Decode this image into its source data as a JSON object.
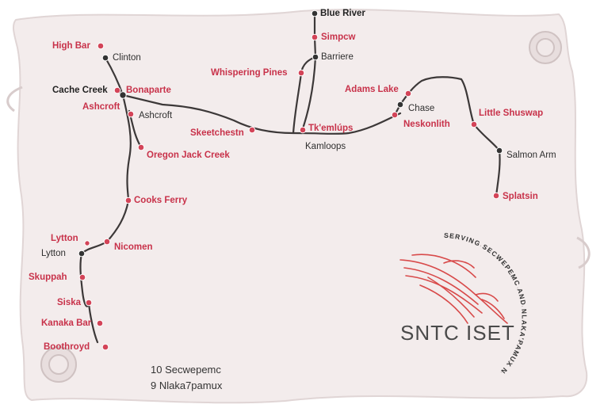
{
  "colors": {
    "parchment": "#f3ecec",
    "road": "#3c3838",
    "nation": "#c8324a",
    "town": "#3a3a3a",
    "logo": "#d84a4a"
  },
  "nations": [
    {
      "id": "high-bar",
      "name": "High Bar"
    },
    {
      "id": "bonaparte",
      "name": "Bonaparte"
    },
    {
      "id": "ashcroft-nation",
      "name": "Ashcroft"
    },
    {
      "id": "oregon-jack-creek",
      "name": "Oregon Jack Creek"
    },
    {
      "id": "cooks-ferry",
      "name": "Cooks Ferry"
    },
    {
      "id": "lytton-nation",
      "name": "Lytton"
    },
    {
      "id": "nicomen",
      "name": "Nicomen"
    },
    {
      "id": "skuppah",
      "name": "Skuppah"
    },
    {
      "id": "siska",
      "name": "Siska"
    },
    {
      "id": "kanaka-bar",
      "name": "Kanaka Bar"
    },
    {
      "id": "boothroyd",
      "name": "Boothroyd"
    },
    {
      "id": "skeetchestn",
      "name": "Skeetchestn"
    },
    {
      "id": "tkemlups",
      "name": "Tk'emlúps"
    },
    {
      "id": "whispering-pines",
      "name": "Whispering Pines"
    },
    {
      "id": "simpcw",
      "name": "Simpcw"
    },
    {
      "id": "adams-lake",
      "name": "Adams Lake"
    },
    {
      "id": "neskonlith",
      "name": "Neskonlith"
    },
    {
      "id": "little-shuswap",
      "name": "Little Shuswap"
    },
    {
      "id": "splatsin",
      "name": "Splatsin"
    }
  ],
  "towns": [
    {
      "id": "blue-river",
      "name": "Blue River"
    },
    {
      "id": "barriere",
      "name": "Barriere"
    },
    {
      "id": "clinton",
      "name": "Clinton"
    },
    {
      "id": "cache-creek",
      "name": "Cache Creek"
    },
    {
      "id": "ashcroft-town",
      "name": "Ashcroft"
    },
    {
      "id": "kamloops",
      "name": "Kamloops"
    },
    {
      "id": "chase",
      "name": "Chase"
    },
    {
      "id": "salmon-arm",
      "name": "Salmon Arm"
    },
    {
      "id": "lytton-town",
      "name": "Lytton"
    }
  ],
  "legend": {
    "secwepemc": "10 Secwepemc",
    "nlaka": "9 Nlaka7pamux"
  },
  "logo": {
    "name": "SNTC ISET",
    "tagline": "SERVING SECWEPEMC AND NLAKA'PAMUX NATIONS"
  }
}
